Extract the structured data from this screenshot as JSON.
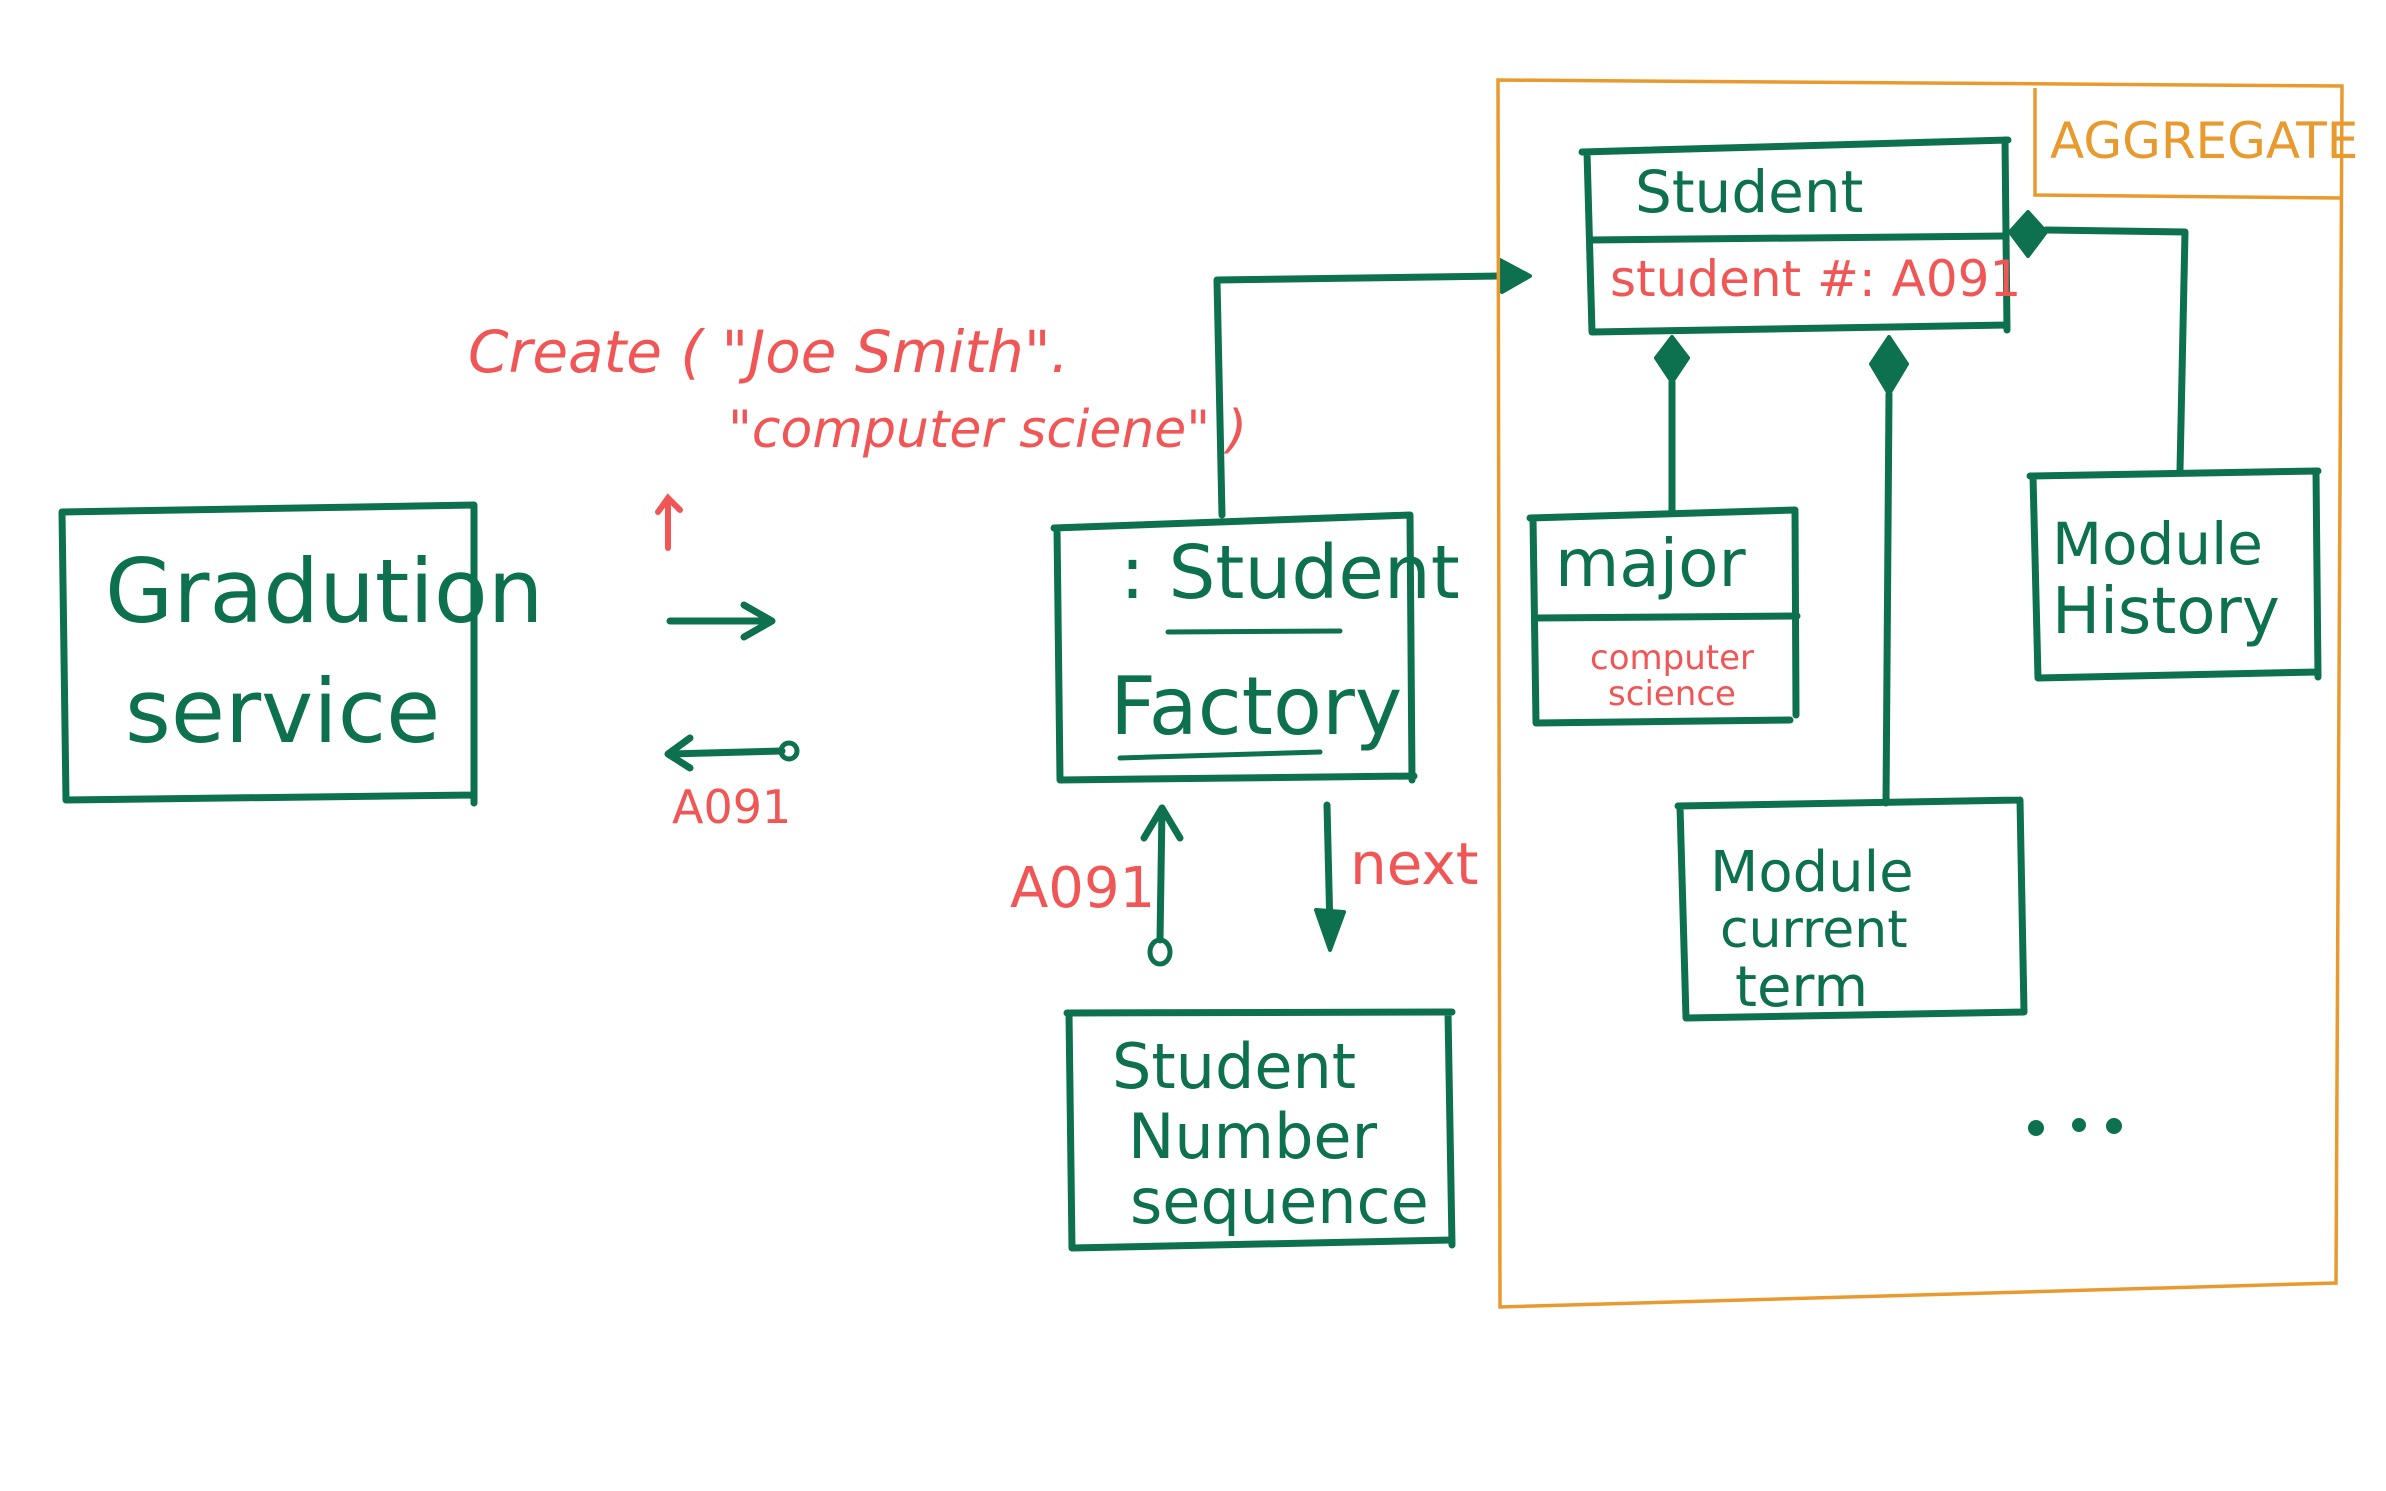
{
  "colors": {
    "ink_green": "#0d7150",
    "ink_red": "#f05656",
    "ink_orange": "#e89a2e",
    "background": "#ffffff"
  },
  "graduation_service": {
    "line1": "Gradution",
    "line2": "service"
  },
  "create_call": {
    "line1": "Create ( \"Joe Smith\".",
    "line2": "\"computer sciene\" )"
  },
  "return_value_top": "A091",
  "student_factory": {
    "line1": ": Student",
    "line2": "Factory"
  },
  "sequence_return": "A091",
  "sequence_call": "next",
  "student_number_sequence": {
    "line1": "Student",
    "line2": "Number",
    "line3": "sequence"
  },
  "aggregate": {
    "label": "AGGREGATE",
    "student": {
      "name": "Student",
      "attribute": "student #: A091"
    },
    "major": {
      "name": "major",
      "value": "computer science"
    },
    "module_history": {
      "line1": "Module",
      "line2": "History"
    },
    "module_current_term": {
      "line1": "Module",
      "line2": "current",
      "line3": "term"
    },
    "ellipsis": ". . ."
  }
}
